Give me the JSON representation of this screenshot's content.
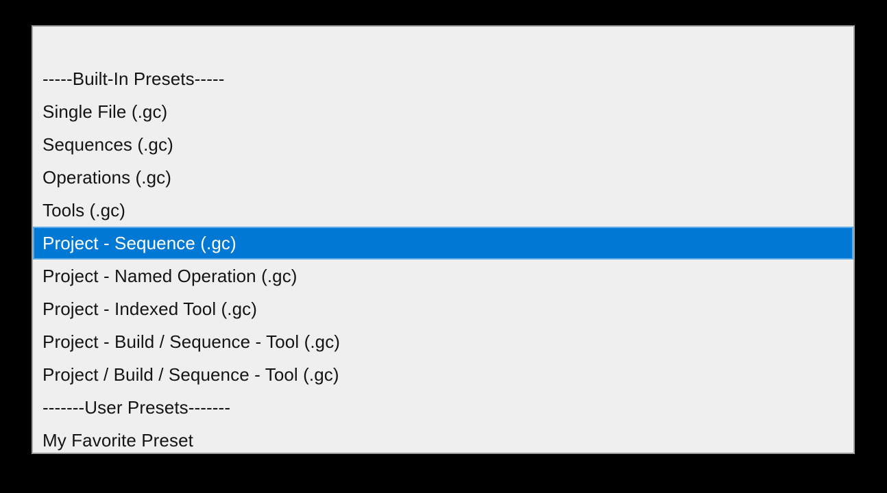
{
  "panel": {
    "name": "preset-list-panel",
    "background_color": "#efefef",
    "border_color": "#a3a3a3",
    "selection_color": "#0078d4",
    "selection_outline_color": "#5cade7",
    "selection_text_color": "#ffffff",
    "text_color": "#141414",
    "backdrop_color": "#000000"
  },
  "list": {
    "selected_index": 5,
    "items": [
      {
        "label": "-----Built-In Presets-----",
        "type": "separator",
        "selected": false
      },
      {
        "label": "Single File (.gc)",
        "type": "preset",
        "selected": false
      },
      {
        "label": "Sequences (.gc)",
        "type": "preset",
        "selected": false
      },
      {
        "label": "Operations (.gc)",
        "type": "preset",
        "selected": false
      },
      {
        "label": "Tools (.gc)",
        "type": "preset",
        "selected": false
      },
      {
        "label": "Project - Sequence (.gc)",
        "type": "preset",
        "selected": true
      },
      {
        "label": "Project - Named Operation (.gc)",
        "type": "preset",
        "selected": false
      },
      {
        "label": "Project - Indexed Tool (.gc)",
        "type": "preset",
        "selected": false
      },
      {
        "label": "Project - Build / Sequence - Tool (.gc)",
        "type": "preset",
        "selected": false
      },
      {
        "label": "Project / Build / Sequence - Tool (.gc)",
        "type": "preset",
        "selected": false
      },
      {
        "label": "-------User Presets-------",
        "type": "separator",
        "selected": false
      },
      {
        "label": "My Favorite Preset",
        "type": "preset",
        "selected": false
      }
    ]
  }
}
